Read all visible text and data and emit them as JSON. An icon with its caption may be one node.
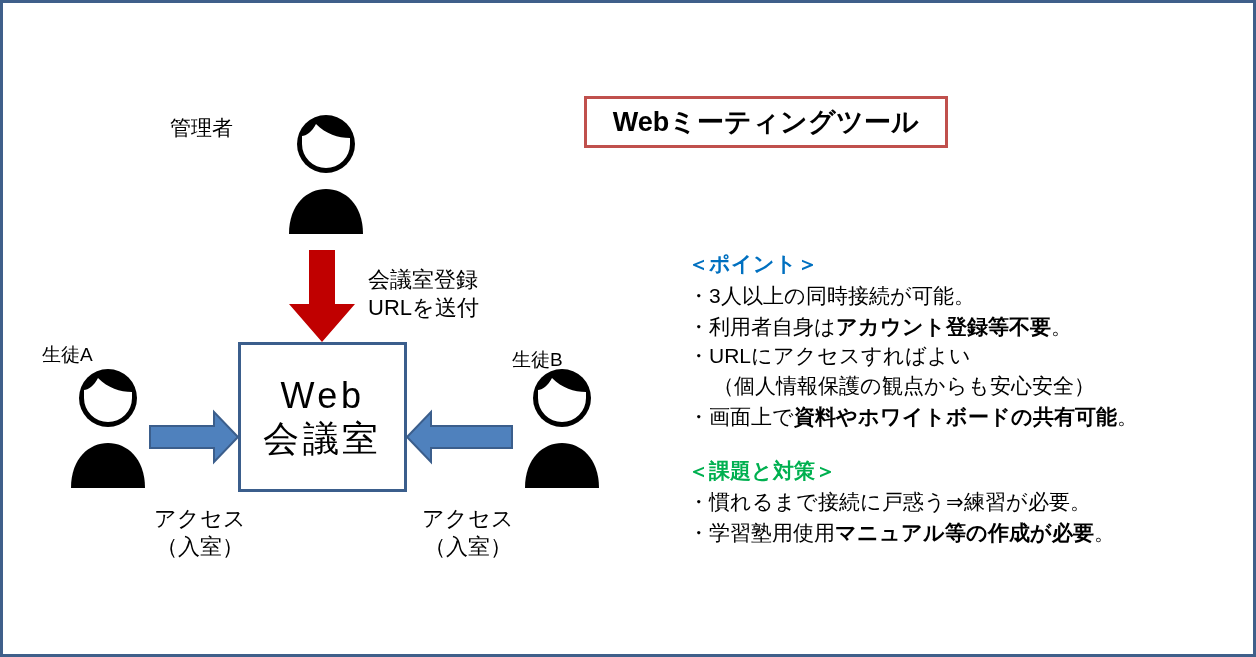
{
  "diagram": {
    "title": "Webミーティングツール",
    "nodes": [
      {
        "text": [
          "管理者"
        ]
      },
      {
        "text": [
          "Web会議室"
        ]
      },
      {
        "text": [
          "生徒A"
        ]
      },
      {
        "text": [
          "生徒B"
        ]
      }
    ],
    "edges": [
      {
        "from": 0,
        "to": 1,
        "arrow": "to",
        "label": "会議室登録URLを送付",
        "color": "#c00000"
      },
      {
        "from": 2,
        "to": 1,
        "arrow": "to",
        "label": "アクセス（入室）"
      },
      {
        "from": 3,
        "to": 1,
        "arrow": "to",
        "label": "アクセス（入室）"
      }
    ],
    "labels": [
      "＜ポイント＞",
      "・3人以上の同時接続が可能。",
      "・利用者自身は**アカウント登録等不要**。",
      "・URLにアクセスすればよい",
      "（個人情報保護の観点からも安心安全）",
      "・画面上で**資料やホワイトボードの共有可能**。",
      "＜課題と対策＞",
      "・慣れるまで接続に戸惑う⇒練習が必要。",
      "・学習塾用使用**マニュアル等の作成が必要**。"
    ]
  }
}
